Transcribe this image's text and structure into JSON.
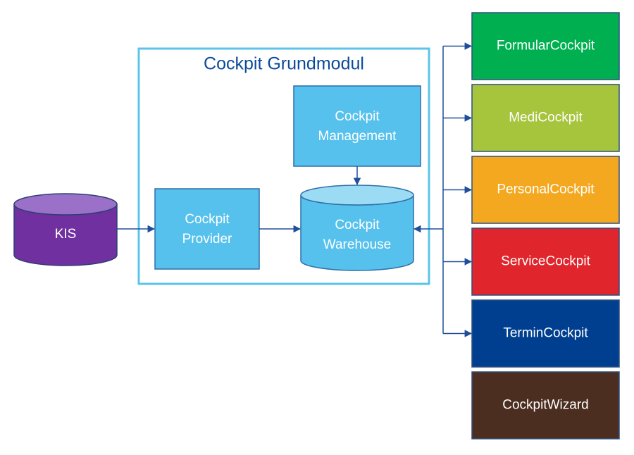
{
  "grundmodul": {
    "title": "Cockpit Grundmodul",
    "border_color": "#5bc4ea",
    "title_color": "#0b4a9a"
  },
  "kis": {
    "label": "KIS",
    "body_color": "#7030a0",
    "top_color": "#9b70c8"
  },
  "provider": {
    "line1": "Cockpit",
    "line2": "Provider",
    "color": "#55c1ec"
  },
  "management": {
    "line1": "Cockpit",
    "line2": "Management",
    "color": "#55c1ec"
  },
  "warehouse": {
    "line1": "Cockpit",
    "line2": "Warehouse",
    "body_color": "#55c1ec",
    "top_color": "#9bdcf4"
  },
  "modules": [
    {
      "label": "FormularCockpit",
      "color": "#00b050",
      "connected": true
    },
    {
      "label": "MediCockpit",
      "color": "#a6c43c",
      "connected": true
    },
    {
      "label": "PersonalCockpit",
      "color": "#f4a81f",
      "connected": true
    },
    {
      "label": "ServiceCockpit",
      "color": "#e0262c",
      "connected": true
    },
    {
      "label": "TerminCockpit",
      "color": "#003f8f",
      "connected": true
    },
    {
      "label": "CockpitWizard",
      "color": "#4b2e20",
      "connected": false
    }
  ],
  "connector_color": "#1f4e9a"
}
